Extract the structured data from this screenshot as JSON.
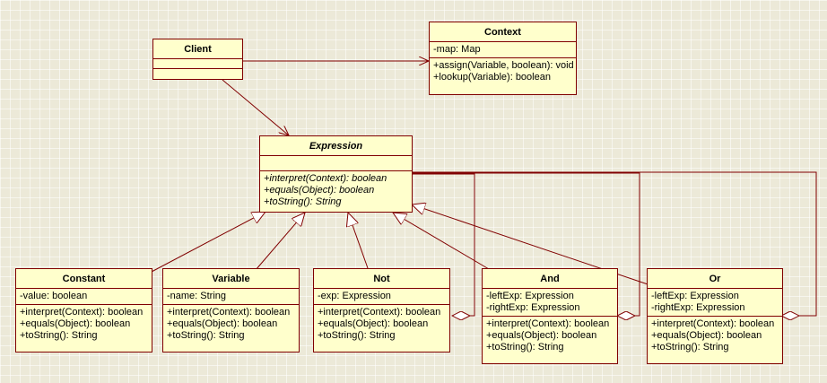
{
  "classes": {
    "client": {
      "name": "Client",
      "attributes": [],
      "operations": []
    },
    "context": {
      "name": "Context",
      "attributes": [
        "-map: Map"
      ],
      "operations": [
        "+assign(Variable, boolean): void",
        "+lookup(Variable): boolean"
      ]
    },
    "expression": {
      "name": "Expression",
      "abstract": true,
      "attributes": [],
      "operations": [
        "+interpret(Context): boolean",
        "+equals(Object): boolean",
        "+toString(): String"
      ]
    },
    "constant": {
      "name": "Constant",
      "attributes": [
        "-value: boolean"
      ],
      "operations": [
        "+interpret(Context): boolean",
        "+equals(Object): boolean",
        "+toString(): String"
      ]
    },
    "variable": {
      "name": "Variable",
      "attributes": [
        "-name: String"
      ],
      "operations": [
        "+interpret(Context): boolean",
        "+equals(Object): boolean",
        "+toString(): String"
      ]
    },
    "not": {
      "name": "Not",
      "attributes": [
        "-exp: Expression"
      ],
      "operations": [
        "+interpret(Context): boolean",
        "+equals(Object): boolean",
        "+toString(): String"
      ]
    },
    "and": {
      "name": "And",
      "attributes": [
        "-leftExp: Expression",
        "-rightExp: Expression"
      ],
      "operations": [
        "+interpret(Context): boolean",
        "+equals(Object): boolean",
        "+toString(): String"
      ]
    },
    "or": {
      "name": "Or",
      "attributes": [
        "-leftExp: Expression",
        "-rightExp: Expression"
      ],
      "operations": [
        "+interpret(Context): boolean",
        "+equals(Object): boolean",
        "+toString(): String"
      ]
    }
  },
  "relations": [
    {
      "from": "client",
      "to": "context",
      "type": "association"
    },
    {
      "from": "client",
      "to": "expression",
      "type": "association"
    },
    {
      "from": "constant",
      "to": "expression",
      "type": "generalization"
    },
    {
      "from": "variable",
      "to": "expression",
      "type": "generalization"
    },
    {
      "from": "not",
      "to": "expression",
      "type": "generalization"
    },
    {
      "from": "and",
      "to": "expression",
      "type": "generalization"
    },
    {
      "from": "or",
      "to": "expression",
      "type": "generalization"
    },
    {
      "from": "not",
      "to": "expression",
      "type": "aggregation"
    },
    {
      "from": "and",
      "to": "expression",
      "type": "aggregation"
    },
    {
      "from": "or",
      "to": "expression",
      "type": "aggregation"
    }
  ],
  "colors": {
    "box_fill": "#ffffcc",
    "line": "#800000",
    "background": "#ece9d8"
  }
}
